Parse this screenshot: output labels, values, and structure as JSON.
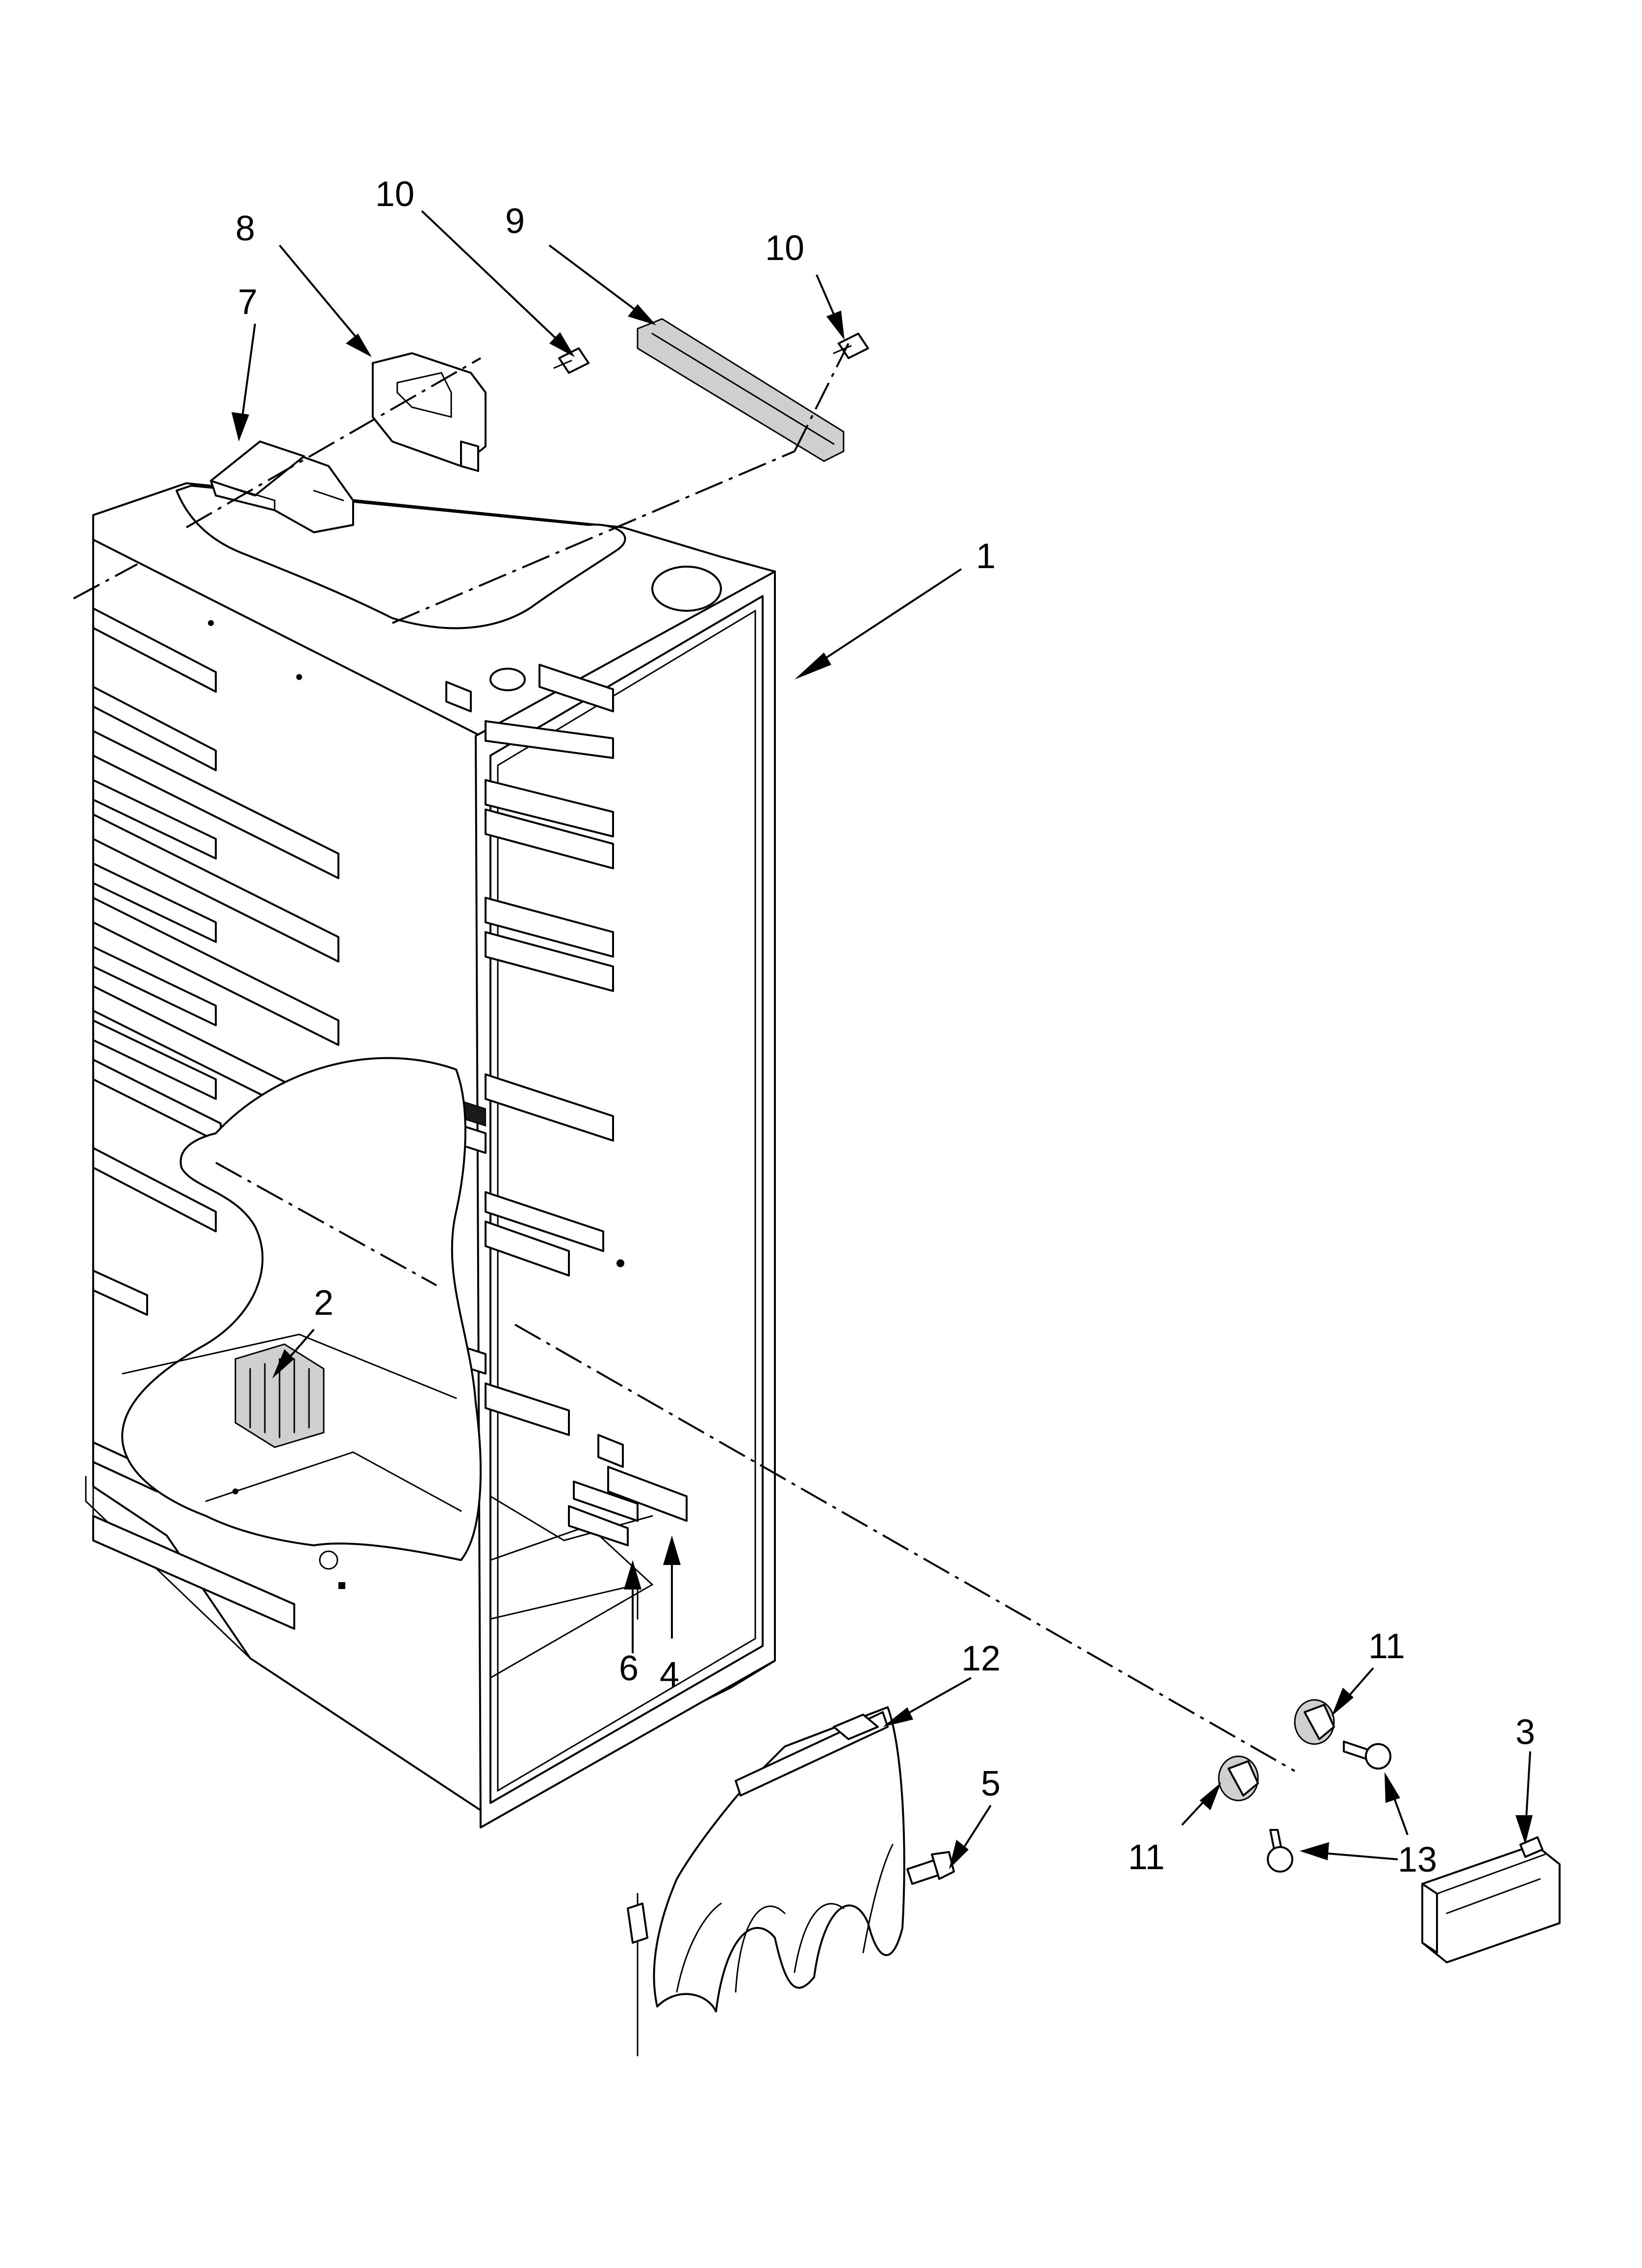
{
  "diagram": {
    "callouts": [
      {
        "id": "c1",
        "label": "1"
      },
      {
        "id": "c2",
        "label": "2"
      },
      {
        "id": "c3",
        "label": "3"
      },
      {
        "id": "c4",
        "label": "4"
      },
      {
        "id": "c5",
        "label": "5"
      },
      {
        "id": "c6",
        "label": "6"
      },
      {
        "id": "c7",
        "label": "7"
      },
      {
        "id": "c8",
        "label": "8"
      },
      {
        "id": "c9",
        "label": "9"
      },
      {
        "id": "c10a",
        "label": "10"
      },
      {
        "id": "c10b",
        "label": "10"
      },
      {
        "id": "c11a",
        "label": "11"
      },
      {
        "id": "c11b",
        "label": "11"
      },
      {
        "id": "c12",
        "label": "12"
      },
      {
        "id": "c13",
        "label": "13"
      }
    ]
  }
}
